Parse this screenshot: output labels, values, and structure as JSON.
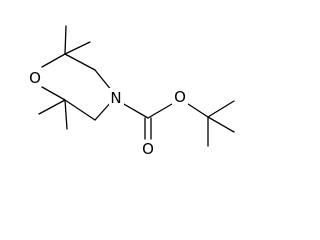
{
  "molecule": {
    "atoms": {
      "ring_oxygen": "O",
      "ring_nitrogen": "N",
      "ester_oxygen": "O",
      "carbonyl_oxygen": "O"
    }
  },
  "colors": {
    "bond": "#000000",
    "label": "#000000",
    "background": "#ffffff"
  }
}
